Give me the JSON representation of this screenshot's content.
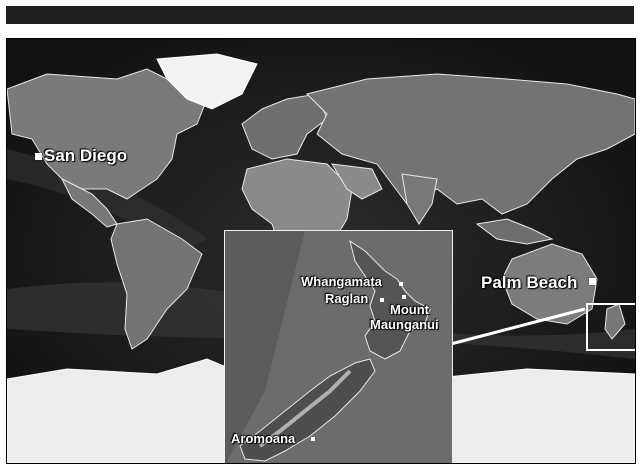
{
  "map": {
    "locations": {
      "san_diego": "San Diego",
      "palm_beach": "Palm Beach"
    },
    "inset": {
      "locations": {
        "whangamata": "Whangamata",
        "raglan": "Raglan",
        "mount_maunganui_line1": "Mount",
        "mount_maunganui_line2": "Maunganui",
        "aromoana": "Aromoana"
      }
    },
    "colors": {
      "ocean": "#141414",
      "land": "#6e6e6e",
      "ice": "#ececec",
      "inset_sea": "#6c6c6c",
      "labels": "#ffffff"
    }
  }
}
